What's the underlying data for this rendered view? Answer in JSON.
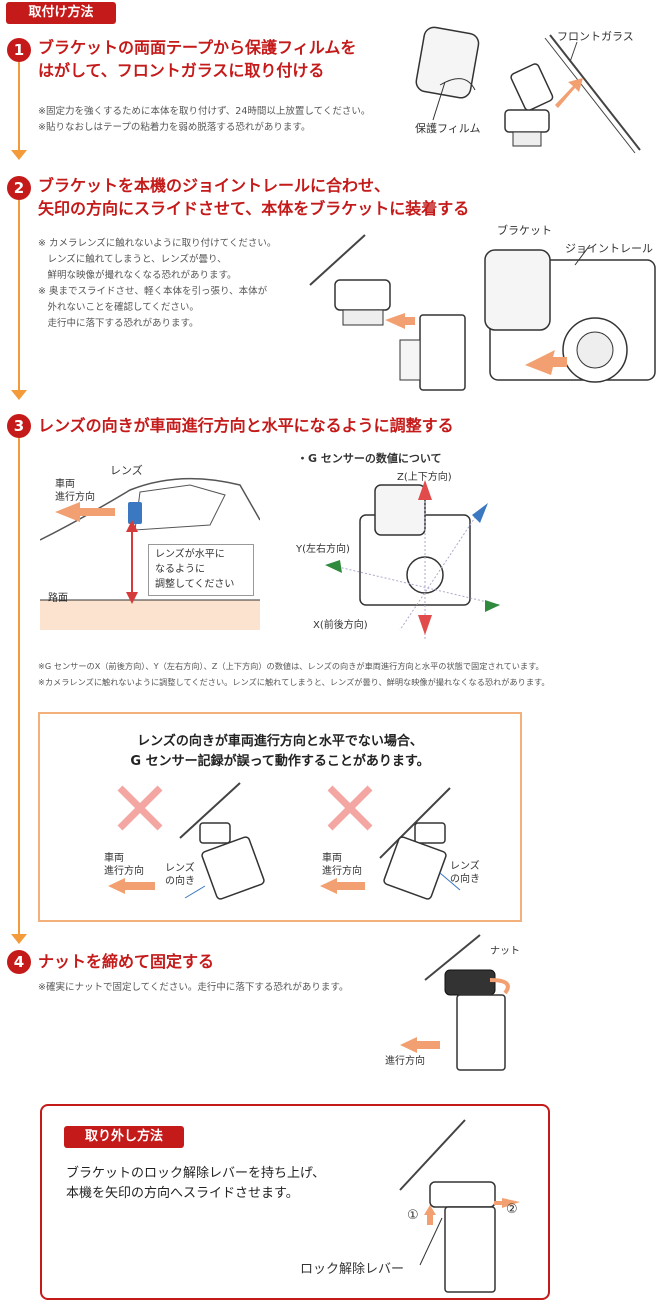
{
  "header": {
    "install_tag": "取付け方法"
  },
  "steps": [
    {
      "number": "1",
      "title_line1": "ブラケットの両面テープから保護フィルムを",
      "title_line2": "はがして、フロントガラスに取り付ける",
      "notes": "※固定力を強くするために本体を取り付けず、24時間以上放置してください。\n※貼りなおしはテープの粘着力を弱め脱落する恐れがあります。",
      "labels": {
        "windshield": "フロントガラス",
        "protective_film": "保護フィルム"
      }
    },
    {
      "number": "2",
      "title_line1": "ブラケットを本機のジョイントレールに合わせ、",
      "title_line2": "矢印の方向にスライドさせて、本体をブラケットに装着する",
      "notes": "※ カメラレンズに触れないように取り付けてください。\n　レンズに触れてしまうと、レンズが曇り、\n　鮮明な映像が撮れなくなる恐れがあります。\n※ 奥までスライドさせ、軽く本体を引っ張り、本体が\n　外れないことを確認してください。\n　走行中に落下する恐れがあります。",
      "labels": {
        "bracket": "ブラケット",
        "joint_rail": "ジョイントレール"
      }
    },
    {
      "number": "3",
      "title_line1": "レンズの向きが車両進行方向と水平になるように調整する",
      "labels": {
        "lens": "レンズ",
        "vehicle_direction": "車両\n進行方向",
        "horizontal_note": "レンズが水平に\nなるように\n調整してください",
        "road": "路面",
        "gsensor_title": "・G センサーの数値について",
        "z_axis": "Z(上下方向)",
        "y_axis": "Y(左右方向)",
        "x_axis": "X(前後方向)"
      },
      "notes": "※G センサーのX（前後方向）、Y（左右方向）、Z（上下方向）の数値は、レンズの向きが車両進行方向と水平の状態で固定されています。\n※カメラレンズに触れないように調整してください。レンズに触れてしまうと、レンズが曇り、鮮明な映像が撮れなくなる恐れがあります。"
    },
    {
      "number": "4",
      "title_line1": "ナットを締めて固定する",
      "notes": "※確実にナットで固定してください。走行中に落下する恐れがあります。",
      "labels": {
        "nut": "ナット",
        "direction": "進行方向"
      }
    }
  ],
  "warning_box": {
    "line1": "レンズの向きが車両進行方向と水平でない場合、",
    "line2": "G センサー記録が誤って動作することがあります。",
    "vehicle_direction": "車両\n進行方向",
    "lens_direction": "レンズ\nの向き"
  },
  "removal": {
    "tag": "取り外し方法",
    "text": "ブラケットのロック解除レバーを持ち上げ、\n本機を矢印の方向へスライドさせます。",
    "marker1": "①",
    "marker2": "②",
    "lever_label": "ロック解除レバー"
  },
  "colors": {
    "accent": "#c41a1a",
    "orange": "#f39a3a",
    "arrow": "#f2a071"
  }
}
